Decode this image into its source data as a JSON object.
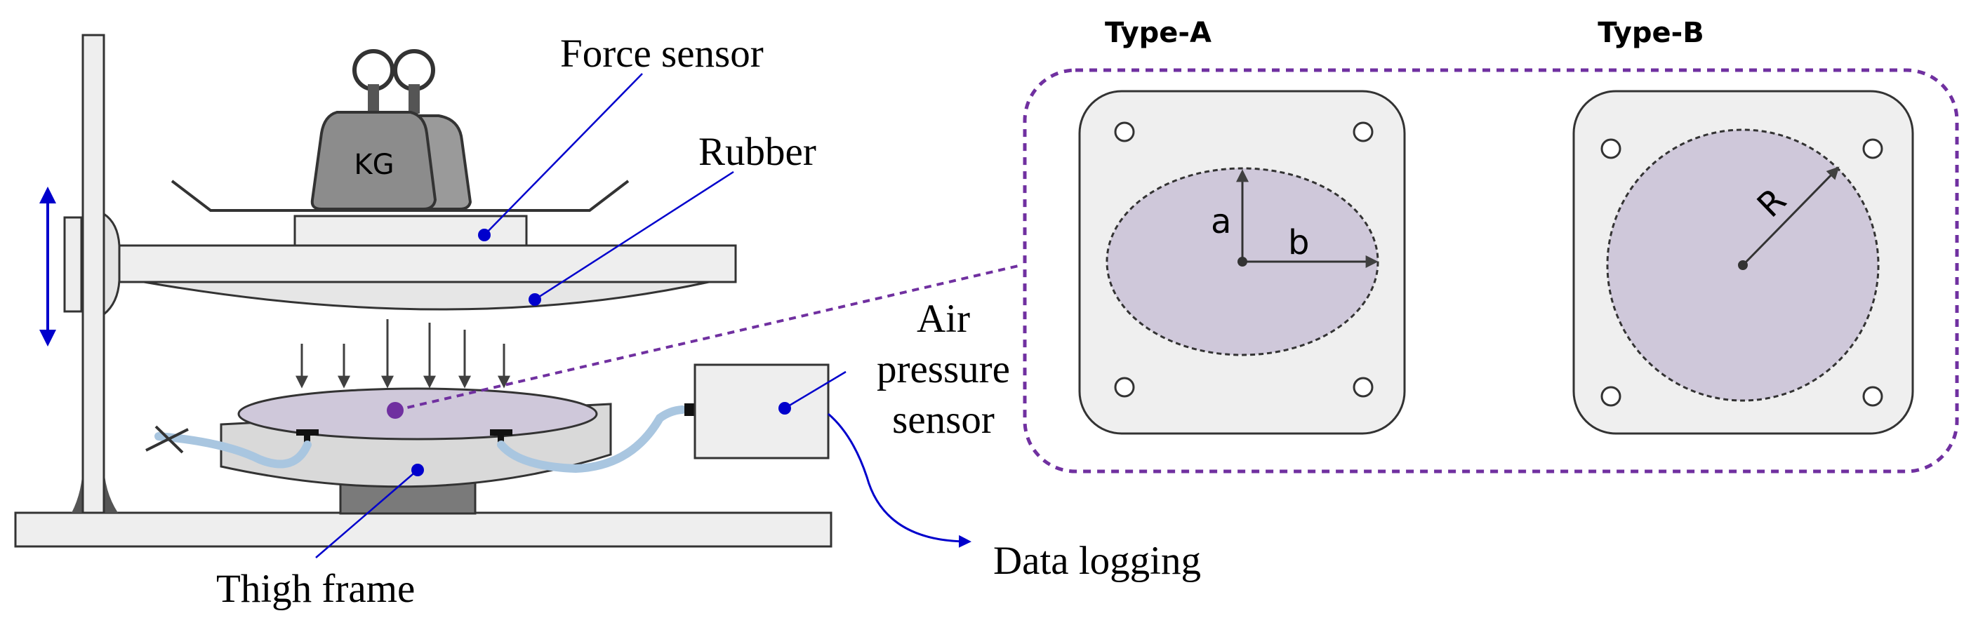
{
  "labels": {
    "force_sensor": "Force sensor",
    "rubber": "Rubber",
    "kg": "KG",
    "air": "Air",
    "pressure": "pressure",
    "sensor": "sensor",
    "data_logging": "Data logging",
    "thigh_frame": "Thigh frame"
  },
  "panels": {
    "type_a": {
      "title": "Type-A",
      "label_a": "a",
      "label_b": "b"
    },
    "type_b": {
      "title": "Type-B",
      "label_r": "R"
    }
  },
  "colors": {
    "leader": "#0000cc",
    "dashed_outline": "#7030a0",
    "membrane": "#cfc8da",
    "frame_fill": "#eeeeee",
    "tube": "#a9c6e0",
    "weight": "#8c8c8c"
  }
}
